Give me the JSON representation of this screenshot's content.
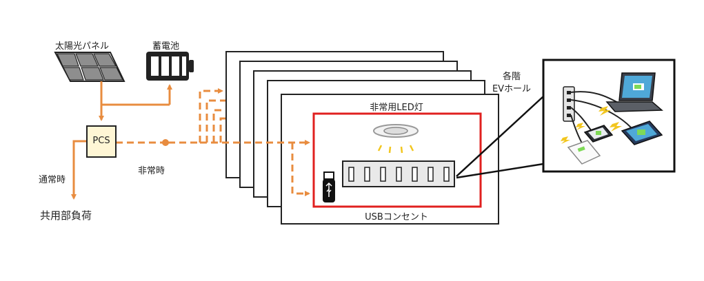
{
  "labels": {
    "solar_panel": "太陽光パネル",
    "battery": "蓄電池",
    "pcs": "PCS",
    "normal_time": "通常時",
    "emergency_time": "非常時",
    "common_load": "共用部負荷",
    "floor_hall_line1": "各階",
    "floor_hall_line2": "EVホール",
    "emergency_led": "非常用LED灯",
    "usb_outlet": "USBコンセント"
  },
  "colors": {
    "flow_line": "#E88C3F",
    "highlight_frame": "#E0201F",
    "pcs_fill": "#FFF6D5",
    "panel_cell": "#8E8E8E",
    "battery_body": "#222222"
  },
  "icons": {
    "solar": "solar-panel-icon",
    "battery": "battery-icon",
    "led": "ceiling-led-light-icon",
    "usb": "usb-plug-icon",
    "outlet": "usb-outlet-strip",
    "devices": "charging-devices-illustration"
  }
}
